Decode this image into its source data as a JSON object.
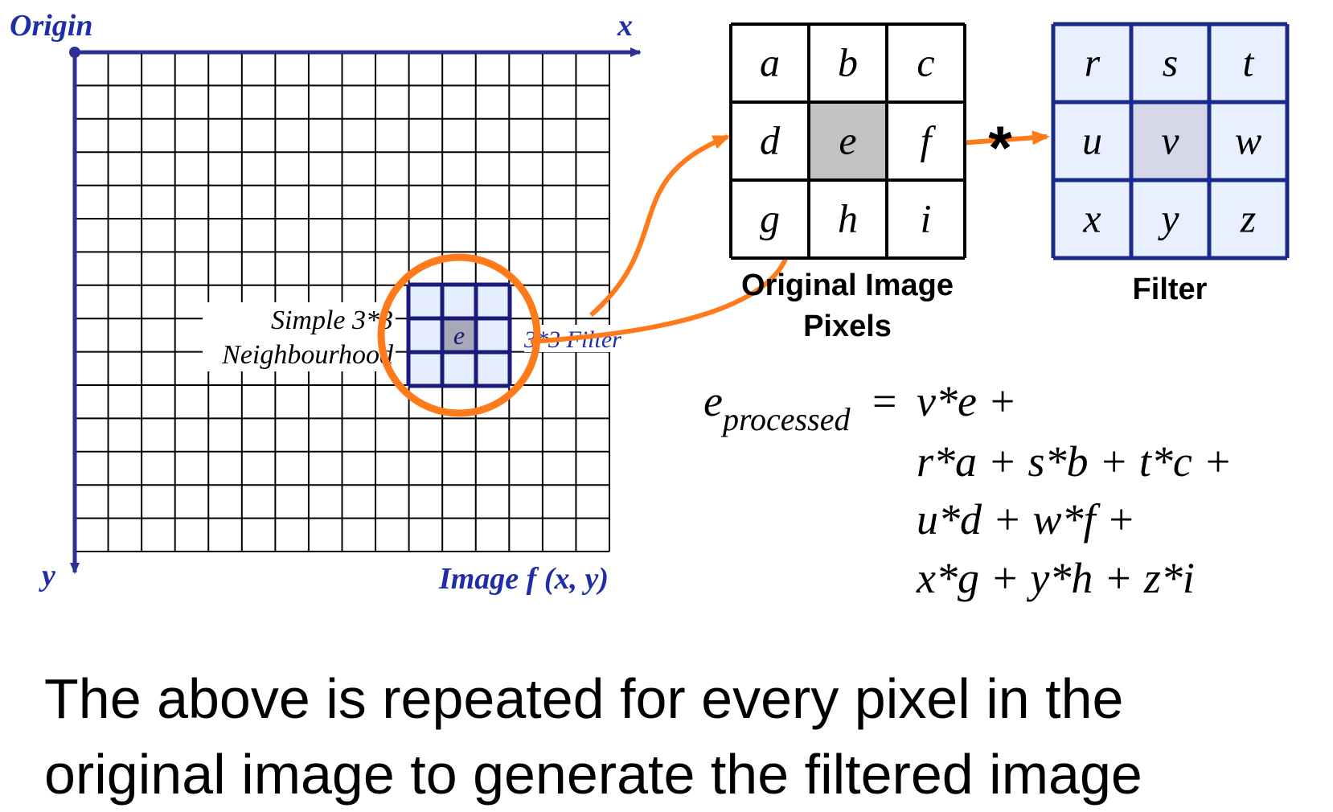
{
  "axes": {
    "origin_label": "Origin",
    "x_label": "x",
    "y_label": "y",
    "image_label": "Image f (x, y)"
  },
  "neighbourhood": {
    "label_line1": "Simple 3*3",
    "label_line2": "Neighbourhood",
    "center_letter": "e",
    "filter_label": "3*3 Filter"
  },
  "pixels": {
    "title_line1": "Original Image",
    "title_line2": "Pixels",
    "cells": [
      "a",
      "b",
      "c",
      "d",
      "e",
      "f",
      "g",
      "h",
      "i"
    ]
  },
  "operator": "*",
  "filter": {
    "title": "Filter",
    "cells": [
      "r",
      "s",
      "t",
      "u",
      "v",
      "w",
      "x",
      "y",
      "z"
    ]
  },
  "equation": {
    "lhs_base": "e",
    "lhs_subscript": "processed",
    "equals": "=",
    "line1": "v*e +",
    "line2": "r*a + s*b + t*c +",
    "line3": "u*d + w*f +",
    "line4": "x*g + y*h + z*i"
  },
  "caption": {
    "line1": "The above is repeated for every pixel in the",
    "line2": "original image to generate the filtered image"
  },
  "colors": {
    "axis": "#2e3192",
    "label_blue": "#1f2ea6",
    "orange": "#ff7a1a",
    "neighbourhood_fill": "#e4eeff",
    "neighbourhood_border": "#1a1a7a",
    "center_gray": "#b8b8b8",
    "filter_center": "#d6d8ea"
  }
}
